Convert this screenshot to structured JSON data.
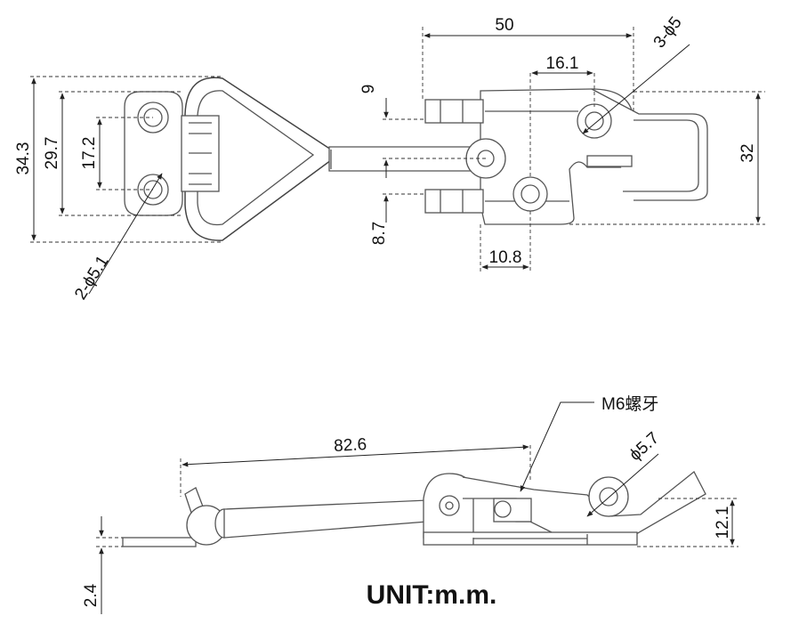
{
  "top_view": {
    "dims": {
      "width_50": "50",
      "hole_16_1": "16.1",
      "holes_3_d5": "3-ϕ5",
      "nine": "9",
      "eight_7": "8.7",
      "ten_8": "10.8",
      "height_32": "32",
      "height_34_3": "34.3",
      "height_29_7": "29.7",
      "spacing_17_2": "17.2",
      "holes_2_d5_1": "2-ϕ5.1"
    }
  },
  "side_view": {
    "dims": {
      "length_82_6": "82.6",
      "d5_7": "ϕ5.7",
      "height_12_1": "12.1",
      "thickness_2_4": "2.4"
    },
    "thread_label": "M6螺牙"
  },
  "unit_label": "UNIT:m.m."
}
